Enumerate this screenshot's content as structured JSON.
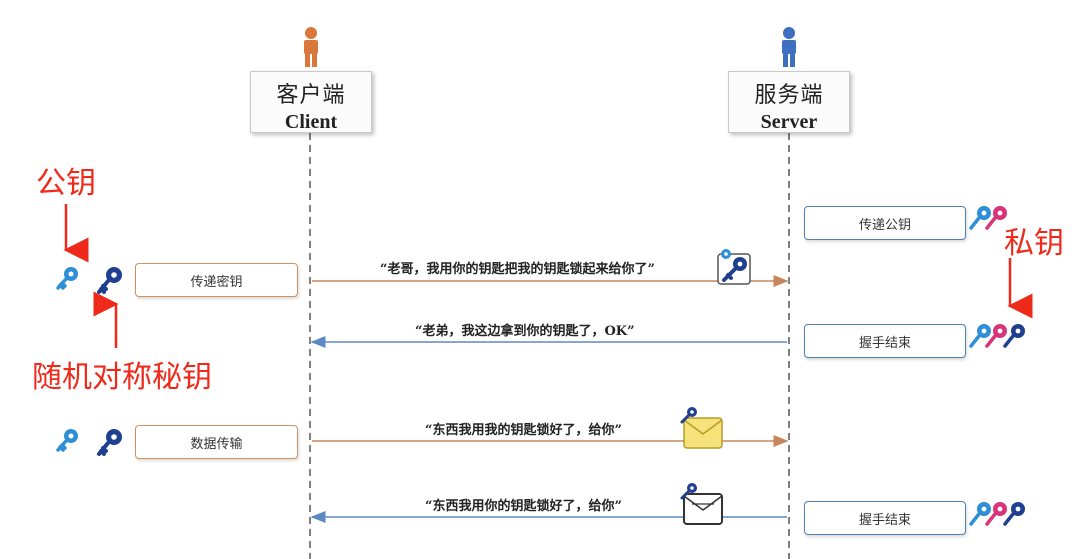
{
  "client": {
    "title_cn": "客户端",
    "title_en": "Client"
  },
  "server": {
    "title_cn": "服务端",
    "title_en": "Server"
  },
  "annotations": {
    "public_key": "公钥",
    "private_key": "私钥",
    "random_symmetric_key": "随机对称秘钥"
  },
  "boxes": {
    "transfer_key": "传递密钥",
    "data_transfer": "数据传输",
    "transfer_public_key": "传递公钥",
    "handshake_end_1": "握手结束",
    "handshake_end_2": "握手结束"
  },
  "messages": {
    "m1": "“老哥，我用你的钥匙把我的钥匙锁起来给你了”",
    "m2": "“老弟，我这边拿到你的钥匙了，OK”",
    "m3": "“东西我用我的钥匙锁好了，给你”",
    "m4": "“东西我用你的钥匙锁好了，给你”"
  },
  "colors": {
    "client_person": "#d9783a",
    "server_person": "#3f6fc0",
    "orange_arrow": "#c8855a",
    "blue_arrow": "#5b8ac2",
    "red_annotation": "#ee2a1b",
    "public_key": "#2f8fd6",
    "dark_key": "#1f3f8f",
    "pink_key": "#d8347a"
  }
}
